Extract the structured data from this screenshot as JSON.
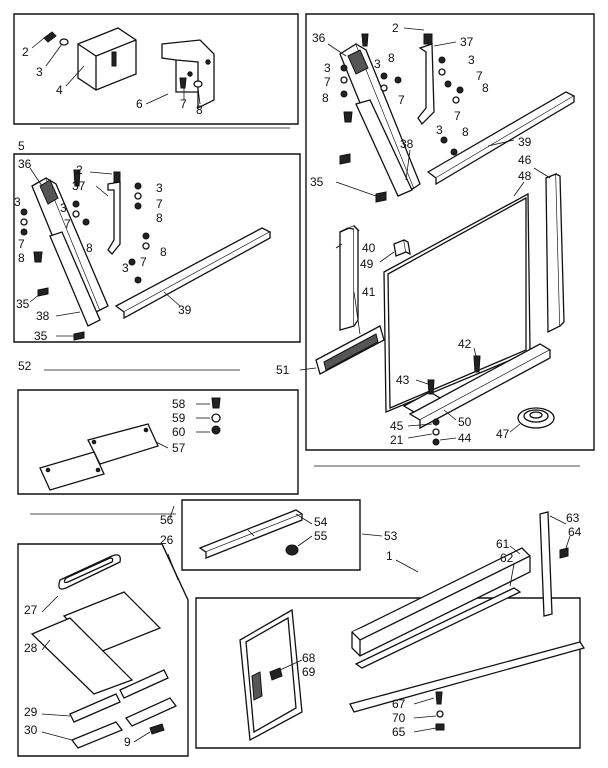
{
  "callouts": {
    "n1": "1",
    "n2": "2",
    "n3": "3",
    "n4": "4",
    "n5": "5",
    "n6": "6",
    "n7": "7",
    "n8": "8",
    "n9": "9",
    "n21": "21",
    "n26": "26",
    "n27": "27",
    "n28": "28",
    "n29": "29",
    "n30": "30",
    "n35": "35",
    "n36": "36",
    "n37": "37",
    "n38": "38",
    "n39": "39",
    "n40": "40",
    "n41": "41",
    "n42": "42",
    "n43": "43",
    "n44": "44",
    "n45": "45",
    "n46": "46",
    "n47": "47",
    "n48": "48",
    "n49": "49",
    "n50": "50",
    "n51": "51",
    "n52": "52",
    "n53": "53",
    "n54": "54",
    "n55": "55",
    "n56": "56",
    "n57": "57",
    "n58": "58",
    "n59": "59",
    "n60": "60",
    "n61": "61",
    "n62": "62",
    "n63": "63",
    "n64": "64",
    "n65": "65",
    "n67": "67",
    "n68": "68",
    "n69": "69",
    "n70": "70"
  }
}
